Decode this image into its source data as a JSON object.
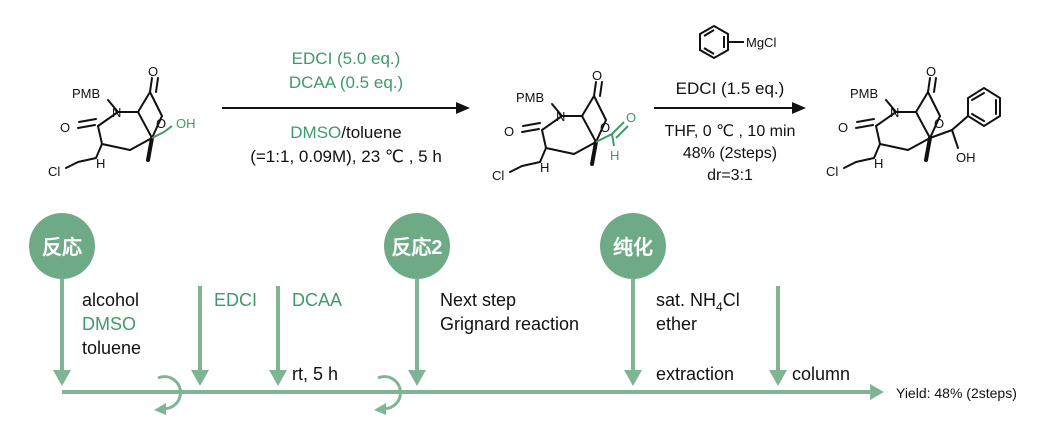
{
  "colors": {
    "green": "#3f9a6a",
    "flow": "#7fb595",
    "black": "#111111",
    "circle": "#6faa86"
  },
  "reaction1": {
    "reagent_line1": "EDCI (5.0 eq.)",
    "reagent_line2": "DCAA (0.5 eq.)",
    "solvent_green": "DMSO",
    "solvent_rest": "/toluene",
    "conditions": "(=1:1, 0.09M), 23 ℃ , 5 h"
  },
  "reaction2": {
    "grignard_label": "MgCl",
    "reagent": "EDCI (1.5 eq.)",
    "conditions": "THF, 0 ℃ , 10 min",
    "yield": "48% (2steps)",
    "dr": "dr=3:1"
  },
  "molecules": {
    "pmb": "PMB",
    "n": "N",
    "o": "O",
    "h": "H",
    "cl": "Cl",
    "oh": "OH"
  },
  "flow": {
    "stage1_label": "反応",
    "stage2_label": "反応2",
    "stage3_label": "纯化",
    "add1_line1": "alcohol",
    "add1_line2": "DMSO",
    "add1_line3": "toluene",
    "add2": "EDCI",
    "add3": "DCAA",
    "cond1": "rt, 5 h",
    "next_line1": "Next step",
    "next_line2": "Grignard reaction",
    "workup_line1_pre": "sat. NH",
    "workup_line1_sub": "4",
    "workup_line1_post": "Cl",
    "workup_line2": "ether",
    "extraction": "extraction",
    "column": "column",
    "yield": "Yield: 48% (2steps)"
  }
}
